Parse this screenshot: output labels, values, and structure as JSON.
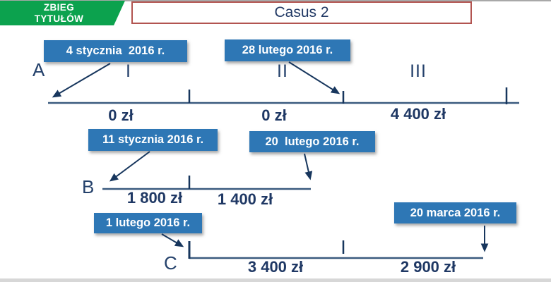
{
  "banner": {
    "line1": "ZBIEG",
    "line2": "TYTUŁÓW"
  },
  "title": "Casus 2",
  "colors": {
    "banner_green": "#0ca24e",
    "title_border_red": "#b25450",
    "date_box_blue": "#2e77b5",
    "navy_text": "#1f3864",
    "timeline_line": "#3a5a7e"
  },
  "timelines": [
    {
      "label": "A",
      "dates": [
        "4 stycznia  2016 r.",
        "28 lutego 2016 r."
      ],
      "sections": [
        "I",
        "II",
        "III"
      ],
      "amounts": [
        "0 zł",
        "0 zł",
        "4 400 zł"
      ]
    },
    {
      "label": "B",
      "dates": [
        "11 stycznia 2016 r.",
        "20  lutego 2016 r."
      ],
      "amounts": [
        "1 800 zł",
        "1 400 zł"
      ]
    },
    {
      "label": "C",
      "dates": [
        "1 lutego 2016 r.",
        "20 marca 2016 r."
      ],
      "amounts": [
        "3 400 zł",
        "2 900 zł"
      ]
    }
  ]
}
